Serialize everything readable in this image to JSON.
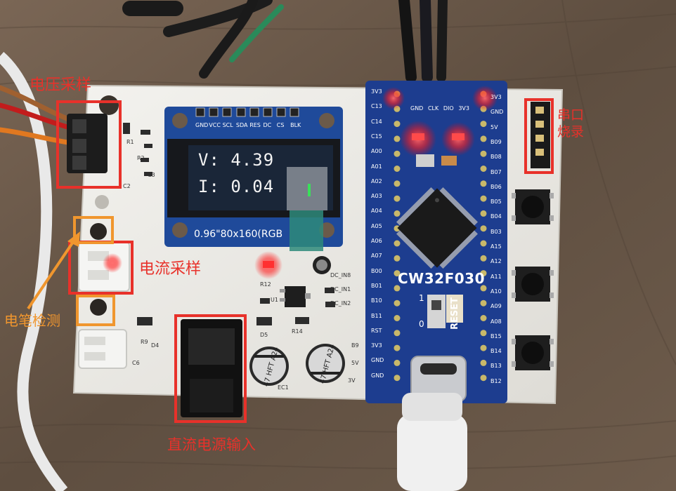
{
  "annotations": {
    "voltage_sampling": "电压采样",
    "current_sampling": "电流采样",
    "probe_detection": "电笔检测",
    "serial_flash_line1": "串口",
    "serial_flash_line2": "烧录",
    "dc_power_input": "直流电源输入"
  },
  "oled": {
    "voltage_line_prefix": "V:",
    "voltage_value": "4.39",
    "current_line_prefix": "I:",
    "current_value": "0.04",
    "header_pins": [
      "GND",
      "VCC",
      "SCL",
      "SDA",
      "RES",
      "DC",
      "CS",
      "BLK"
    ],
    "size_label": "0.96\"80x160(RGB"
  },
  "mcu_board": {
    "chip_name": "CW32F030",
    "reset_label": "RESET",
    "left_pins": [
      "3V3",
      "C13",
      "C14",
      "C15",
      "A00",
      "A01",
      "A02",
      "A03",
      "A04",
      "A05",
      "A06",
      "A07",
      "B00",
      "B01",
      "B10",
      "B11",
      "RST",
      "3V3",
      "GND",
      "GND"
    ],
    "right_pins": [
      "3V3",
      "GND",
      "5V",
      "B09",
      "B08",
      "B07",
      "B06",
      "B05",
      "B04",
      "B03",
      "A15",
      "A12",
      "A11",
      "A10",
      "A09",
      "A08",
      "B15",
      "B14",
      "B13",
      "B12"
    ],
    "led_labels": [
      "GND",
      "CLK",
      "DIO",
      "3V3"
    ],
    "switch_labels": [
      "1",
      "0"
    ]
  },
  "capacitors": {
    "ec1_label": "47 HFT A24",
    "ec2_label": "47 HFT A24"
  },
  "colors": {
    "annotation_red": "#e8312a",
    "annotation_orange": "#f0962e",
    "mcu_pcb_blue": "#1d3d8f",
    "oled_pcb_blue": "#1f4a9a",
    "main_pcb_white": "#ecebe6"
  }
}
